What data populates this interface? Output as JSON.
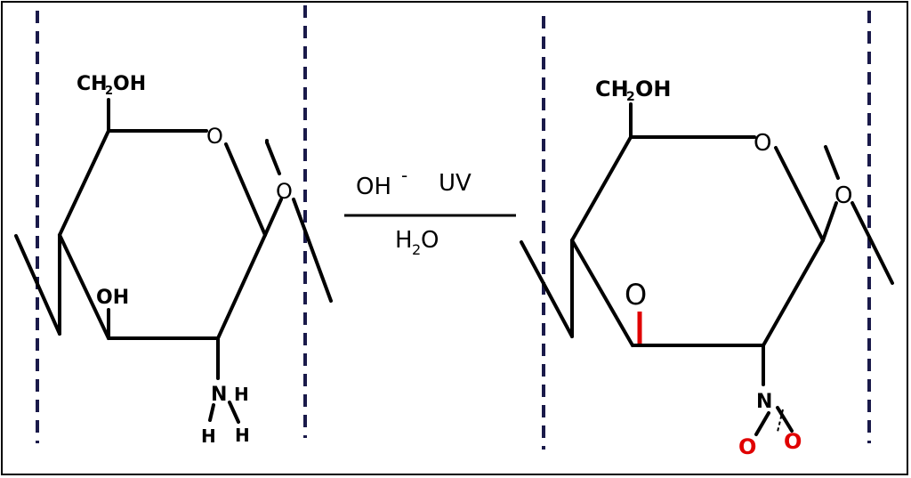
{
  "left_molecule": {
    "substituent_top": {
      "main": "CH",
      "sub": "2",
      "rest": "OH"
    },
    "ring_oxygen": "O",
    "bridge_oxygen": "O",
    "hydroxyl": "OH",
    "amine_n": "N",
    "amine_h1": "H",
    "amine_h2": "H",
    "amine_h3": "H"
  },
  "reaction_conditions": {
    "reagent_1": "OH",
    "reagent_1_charge": "-",
    "reagent_2": "UV",
    "solvent_main": "H",
    "solvent_sub": "2",
    "solvent_rest": "O"
  },
  "right_molecule": {
    "substituent_top": {
      "main": "CH",
      "sub": "2",
      "rest": "OH"
    },
    "ring_oxygen": "O",
    "bridge_oxygen": "O",
    "carbonyl_oxygen": "O",
    "nitro_n": "N",
    "nitro_o1": "O",
    "nitro_o2": "O"
  },
  "colors": {
    "bond": "#000000",
    "boundary_dash": "#1a1a4a",
    "highlight": "#e00000"
  }
}
